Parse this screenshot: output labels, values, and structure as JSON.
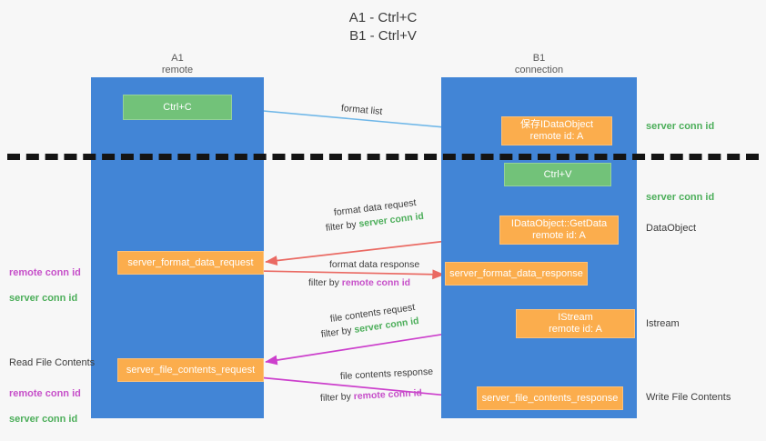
{
  "title": "A1 - Ctrl+C\nB1 - Ctrl+V",
  "lanes": [
    {
      "name": "lane-a1",
      "header": "A1\nremote"
    },
    {
      "name": "lane-b1",
      "header": "B1\nconnection"
    }
  ],
  "nodes": [
    {
      "id": "ctrl-c",
      "label": "Ctrl+C",
      "color": "#72c279"
    },
    {
      "id": "save-idataobject",
      "label": "保存IDataObject\nremote id: A",
      "color": "#fbad4d"
    },
    {
      "id": "ctrl-v",
      "label": "Ctrl+V",
      "color": "#72c279"
    },
    {
      "id": "idataobject-getdata",
      "label": "IDataObject::GetData\nremote id: A",
      "color": "#fbad4d"
    },
    {
      "id": "server-format-data-request",
      "label": "server_format_data_request",
      "color": "#fbad4d"
    },
    {
      "id": "server-format-data-response",
      "label": "server_format_data_response",
      "color": "#fbad4d"
    },
    {
      "id": "istream",
      "label": "IStream\nremote id: A",
      "color": "#fbad4d"
    },
    {
      "id": "server-file-contents-request",
      "label": "server_file_contents_request",
      "color": "#fbad4d"
    },
    {
      "id": "server-file-contents-response",
      "label": "server_file_contents_response",
      "color": "#fbad4d"
    }
  ],
  "edge_labels": {
    "format_list": "format list",
    "format_data_request": "format data request",
    "format_data_request_filter_prefix": "filter by ",
    "format_data_request_filter_value": "server conn id",
    "format_data_response": "format data response",
    "format_data_response_filter_prefix": "filter by ",
    "format_data_response_filter_value": "remote conn id",
    "file_contents_request": "file contents request",
    "file_contents_request_filter_prefix": "filter by ",
    "file_contents_request_filter_value": "server conn id",
    "file_contents_response": "file contents response",
    "file_contents_response_filter_prefix": "filter by ",
    "file_contents_response_filter_value": "remote conn id"
  },
  "right_annotations": [
    {
      "id": "server-conn-id-top",
      "text": "server conn id",
      "style": "green"
    },
    {
      "id": "server-conn-id-second",
      "text": "server conn id",
      "style": "green"
    },
    {
      "id": "dataobject",
      "text": "DataObject",
      "style": "plain"
    },
    {
      "id": "istream-label",
      "text": "Istream",
      "style": "plain"
    },
    {
      "id": "write-file-contents",
      "text": "Write File Contents",
      "style": "plain"
    }
  ],
  "left_annotations": [
    {
      "id": "conn-ids-middle",
      "remote": "remote conn id",
      "server": "server conn id"
    },
    {
      "id": "read-file-contents-title",
      "text": "Read File Contents"
    },
    {
      "id": "conn-ids-lower",
      "remote": "remote conn id",
      "server": "server conn id"
    }
  ],
  "colors": {
    "lane": "#4285d6",
    "green_node": "#72c279",
    "orange_node": "#fbad4d",
    "arrow_blue": "#6fb7e8",
    "arrow_red": "#ea6a63",
    "arrow_magenta": "#cc3fcc",
    "arrow_black": "#111111",
    "green_text": "#4cae5a",
    "purple_text": "#c64fc9",
    "background": "#f7f7f7"
  }
}
